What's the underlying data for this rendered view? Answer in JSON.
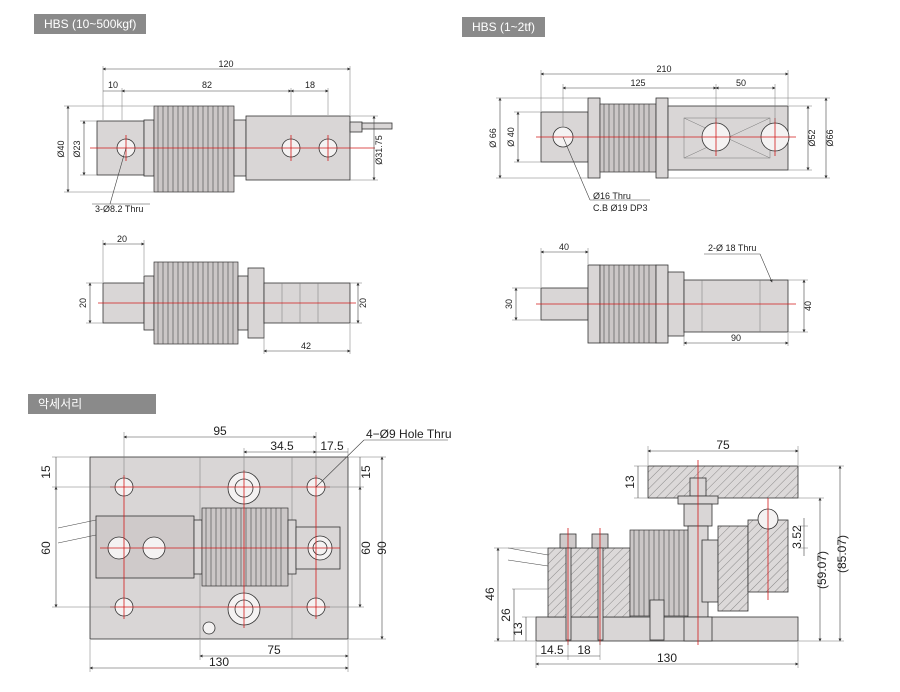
{
  "section_labels": {
    "hbs_small": "HBS (10~500kgf)",
    "hbs_large": "HBS (1~2tf)",
    "accessory": "악세서리"
  },
  "hbs_small_top": {
    "dims": {
      "total": "120",
      "left": "10",
      "mid": "82",
      "right": "18",
      "dia_outer": "Ø40",
      "dia_inner": "Ø23",
      "dia_right": "Ø31.75"
    },
    "hole_note": "3-Ø8.2 Thru"
  },
  "hbs_small_side": {
    "dims": {
      "top": "20",
      "left_h": "20",
      "right_h": "20",
      "bottom": "42"
    }
  },
  "hbs_large_top": {
    "dims": {
      "total": "210",
      "mid": "125",
      "right": "50",
      "dia_66_left": "Ø 66",
      "dia_40": "Ø 40",
      "dia_52": "Ø52",
      "dia_66_right": "Ø66"
    },
    "hole_note_1": "Ø16 Thru",
    "hole_note_2": "C.B Ø19 DP3"
  },
  "hbs_large_side": {
    "dims": {
      "top": "40",
      "left_h": "30",
      "right_h": "40",
      "bottom": "90"
    },
    "hole_note": "2-Ø 18 Thru"
  },
  "accessory_plan": {
    "dims": {
      "d95": "95",
      "d345": "34.5",
      "d175": "17.5",
      "left15": "15",
      "left60": "60",
      "right60": "60",
      "right15": "15",
      "right90": "90",
      "d75": "75",
      "d130": "130"
    },
    "hole_note": "4−Ø9 Hole Thru"
  },
  "accessory_side": {
    "dims": {
      "top75": "75",
      "d13_top": "13",
      "d352": "3.52",
      "d5907": "(59.07)",
      "d8507": "(85.07)",
      "d46": "46",
      "d26": "26",
      "d13_bot": "13",
      "d145": "14.5",
      "d18": "18",
      "d130": "130"
    }
  },
  "colors": {
    "label_bg": "#8a8a8a",
    "body": "#d9d6d6",
    "center_line": "#d21a1a"
  }
}
